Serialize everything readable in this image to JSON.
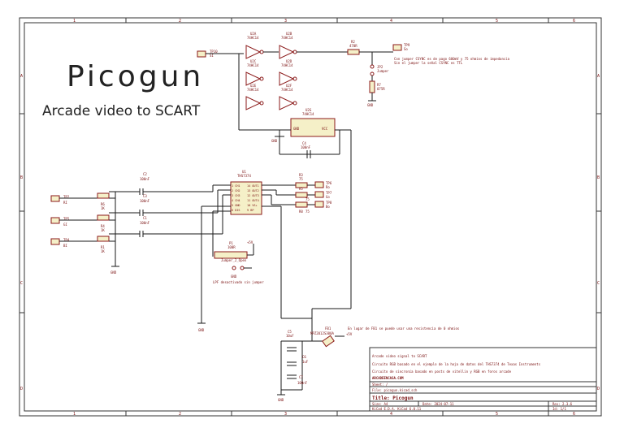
{
  "title_big": "Picogun",
  "subtitle_big": "Arcade video to SCART",
  "col_marks": [
    "1",
    "2",
    "3",
    "4",
    "5",
    "6"
  ],
  "row_marks": [
    "A",
    "B",
    "C",
    "D"
  ],
  "buffers": [
    {
      "ref": "U2A",
      "val": "74HC14"
    },
    {
      "ref": "U2B",
      "val": "74HC14"
    },
    {
      "ref": "U2C",
      "val": "74HC14"
    },
    {
      "ref": "U2D",
      "val": "74HC14"
    },
    {
      "ref": "U2E",
      "val": "74HC14"
    },
    {
      "ref": "U2F",
      "val": "74HC14"
    }
  ],
  "u2g": {
    "ref": "U2G",
    "val": "74HC14",
    "gnd": "GND",
    "vcc": "VCC"
  },
  "c4": {
    "ref": "C4",
    "val": "100nF"
  },
  "r2": {
    "ref": "R2",
    "val": "470R"
  },
  "r7": {
    "ref": "R7",
    "val": "075R"
  },
  "jp2": {
    "ref": "JP2",
    "val": "Jumper"
  },
  "tp_s": {
    "ref": "TP10",
    "val": "SI"
  },
  "tp_so": {
    "ref": "TP9",
    "val": "So"
  },
  "csync_note_1": "Con jumper CSYNC es de pago 600mV y 75 ohmios de impedancia",
  "csync_note_2": "Sin el jumper la señal CSYNC es TTL",
  "gnd": "GND",
  "u1": {
    "ref": "U1",
    "val": "THS7374",
    "pins": [
      "1 CH1",
      "2 CH2",
      "3 CH3",
      "4 CH4",
      "5 GND",
      "6 DIS",
      "14 OUT1",
      "13 OUT2",
      "12 OUT3",
      "11 OUT4",
      "10 VS+",
      "9 BP"
    ]
  },
  "caps_in": [
    {
      "ref": "C2",
      "val": "100nF"
    },
    {
      "ref": "C3",
      "val": "100nF"
    },
    {
      "ref": "C1",
      "val": "100nF"
    }
  ],
  "inputs": [
    {
      "tp": "TP2",
      "net": "RI",
      "pot": "R6",
      "potval": "1K"
    },
    {
      "tp": "TP5",
      "net": "GI",
      "pot": "R4",
      "potval": "1K"
    },
    {
      "tp": "TP4",
      "net": "BI",
      "pot": "R1",
      "potval": "1K"
    }
  ],
  "outputs": [
    {
      "res": "R3",
      "val": "75",
      "tp": "TP6",
      "net": "Ro"
    },
    {
      "res": "R5",
      "val": "75",
      "tp": "TP7",
      "net": "Go"
    },
    {
      "res": "R8",
      "val": "75",
      "tp": "TP8",
      "net": "Bo"
    }
  ],
  "jp1": {
    "ref": "P1",
    "val": "100R",
    "label": "Jumper_2_Open"
  },
  "lpf_note": "LPF desactivado sin jumper",
  "fb1": {
    "ref": "FB1",
    "val": "MPZ2012S300A"
  },
  "fb_note": "En lugar de FB1 se puede usar una resistencia de 0 ohmios",
  "v5": "+5V",
  "c5": {
    "ref": "C5",
    "val": "10uF"
  },
  "c6": {
    "ref": "C6",
    "val": "1uF"
  },
  "c7": {
    "ref": "C7",
    "val": "100nF"
  },
  "titleblock": {
    "desc1": "Arcade video signal to SCART",
    "desc2": "Circuito RGB basado en el ejemplo de la hoja de datos del THS7374 de Texas Instruments",
    "desc3": "Circuito de sincronía basado en posts de vitellin y RGB en foros arcade",
    "url": "ARCADEENCASA.COM",
    "sheet": "Sheet: /",
    "file": "File: picogun.kicad_sch",
    "title": "Title: Picogun",
    "size": "Size: A4",
    "date": "Date: 2024-07-11",
    "rev": "Rev: 2.3.6",
    "kicad": "KiCad E.D.A.  KiCad 6.0.11",
    "id": "Id: 1/1"
  }
}
